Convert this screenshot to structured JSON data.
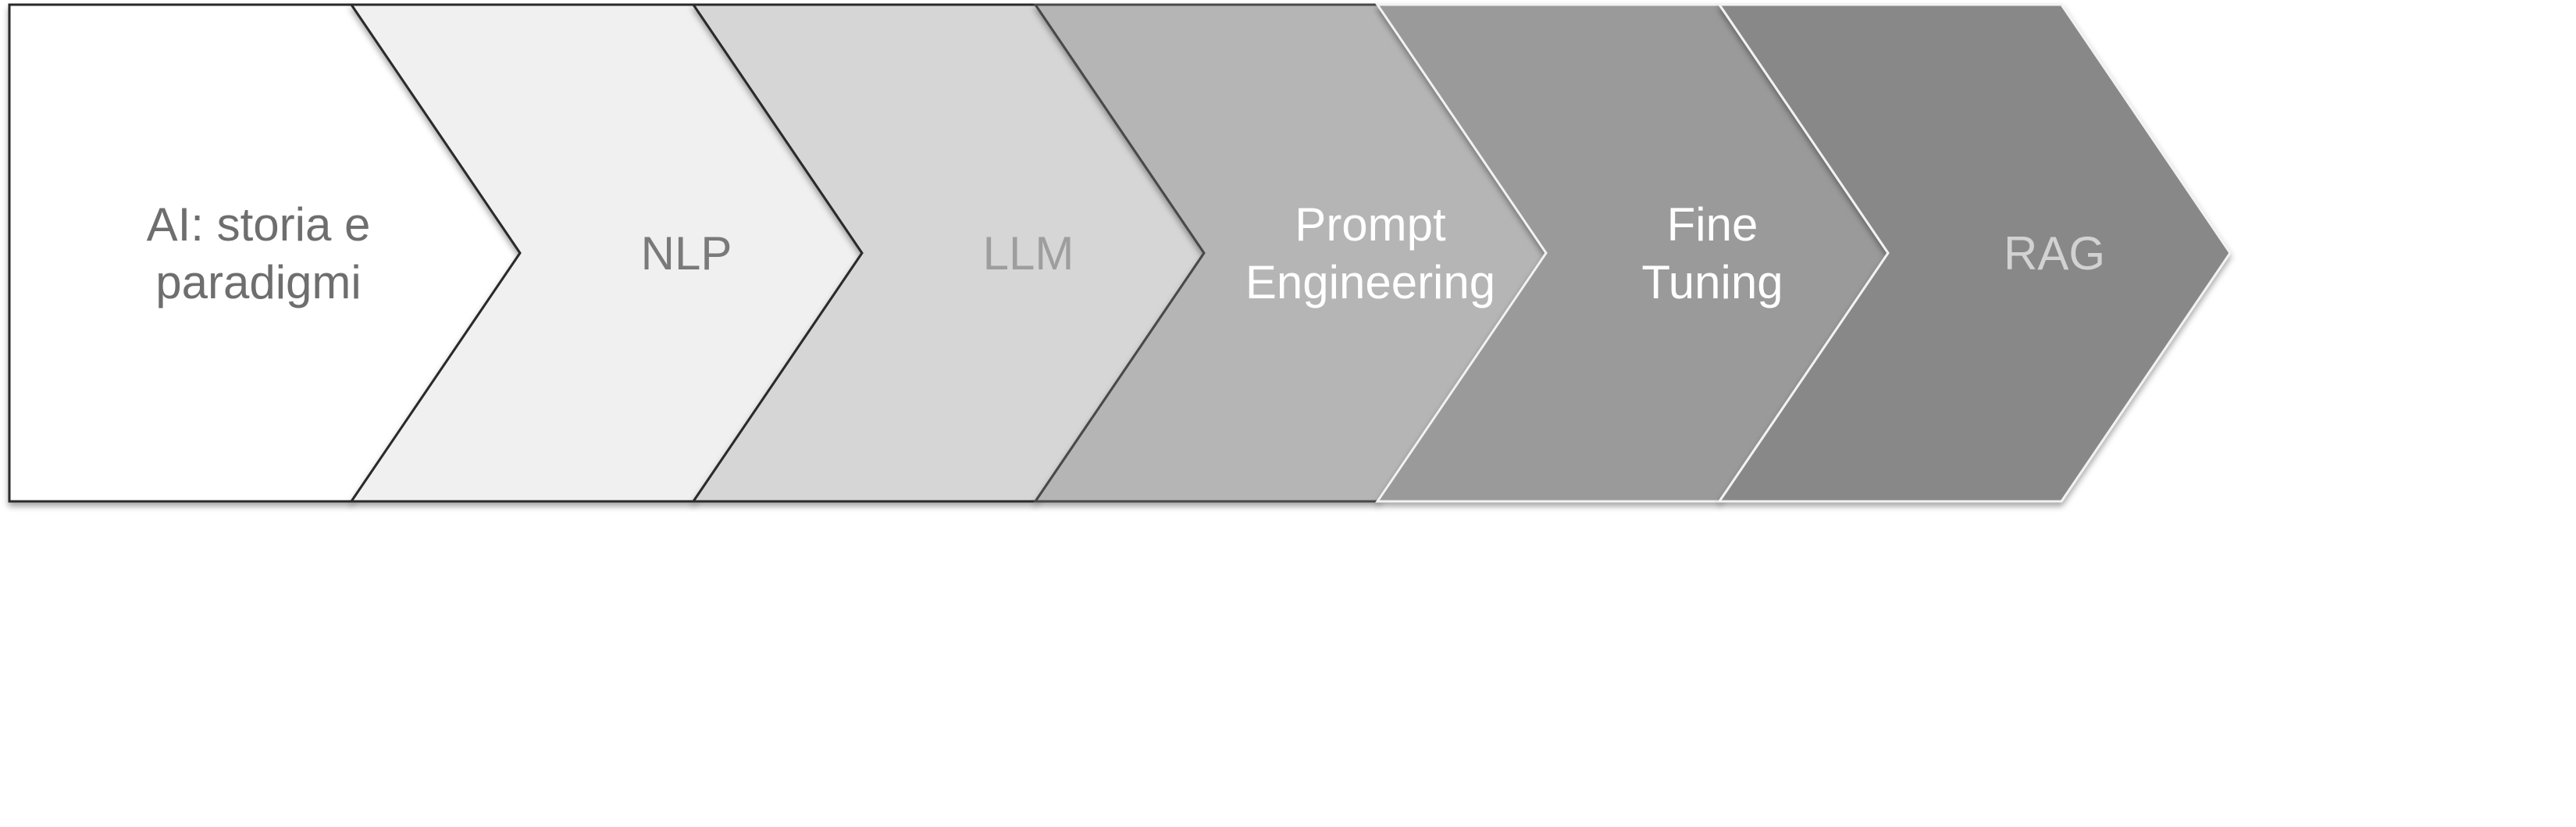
{
  "process": {
    "steps": [
      {
        "label": [
          "AI: storia e",
          "paradigmi"
        ],
        "fill": "#ffffff",
        "stroke": "#2b2b2b",
        "text_color": "#6e6e6e"
      },
      {
        "label": [
          "NLP"
        ],
        "fill": "#f0f0f0",
        "stroke": "#2b2b2b",
        "text_color": "#7a7a7a"
      },
      {
        "label": [
          "LLM"
        ],
        "fill": "#d6d6d6",
        "stroke": "#2b2b2b",
        "text_color": "#9e9e9e"
      },
      {
        "label": [
          "Prompt",
          "Engineering"
        ],
        "fill": "#b5b5b5",
        "stroke": "#4a4a4a",
        "text_color": "#ffffff"
      },
      {
        "label": [
          "Fine",
          "Tuning"
        ],
        "fill": "#9a9a9a",
        "stroke": "#f2f2f2",
        "text_color": "#ffffff"
      },
      {
        "label": [
          "RAG"
        ],
        "fill": "#888888",
        "stroke": "#f2f2f2",
        "text_color": "#d2d2d2"
      }
    ]
  }
}
